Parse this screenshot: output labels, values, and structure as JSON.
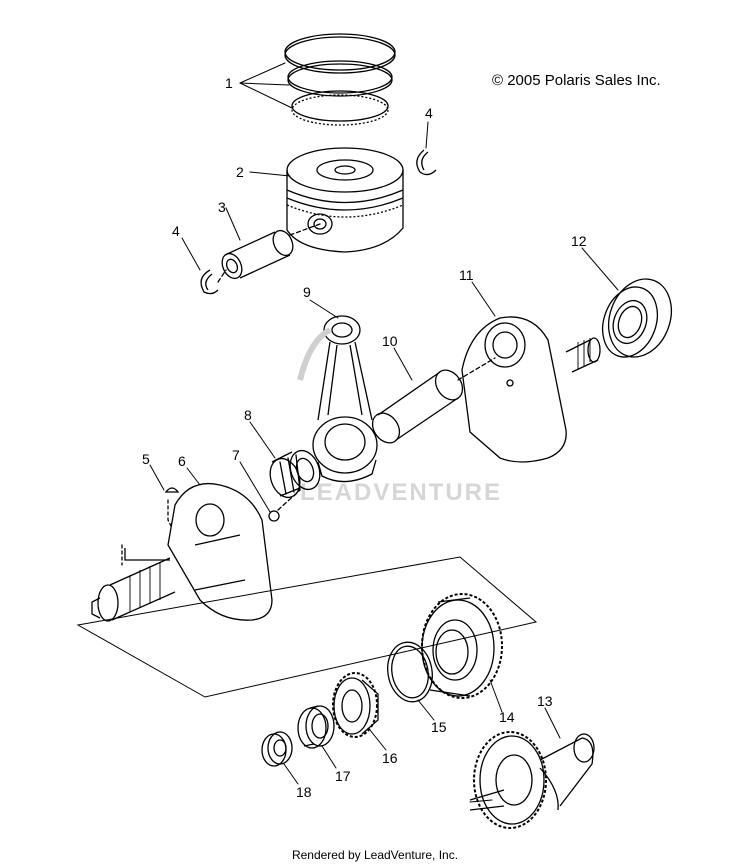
{
  "copyright": "© 2005 Polaris Sales Inc.",
  "watermark": "LEADVENTURE",
  "footer": "Rendered by LeadVenture, Inc.",
  "callouts": {
    "c1": "1",
    "c2": "2",
    "c3": "3",
    "c4a": "4",
    "c4b": "4",
    "c5": "5",
    "c6": "6",
    "c7": "7",
    "c8": "8",
    "c9": "9",
    "c10": "10",
    "c11": "11",
    "c12": "12",
    "c13": "13",
    "c14": "14",
    "c15": "15",
    "c16": "16",
    "c17": "17",
    "c18": "18"
  }
}
